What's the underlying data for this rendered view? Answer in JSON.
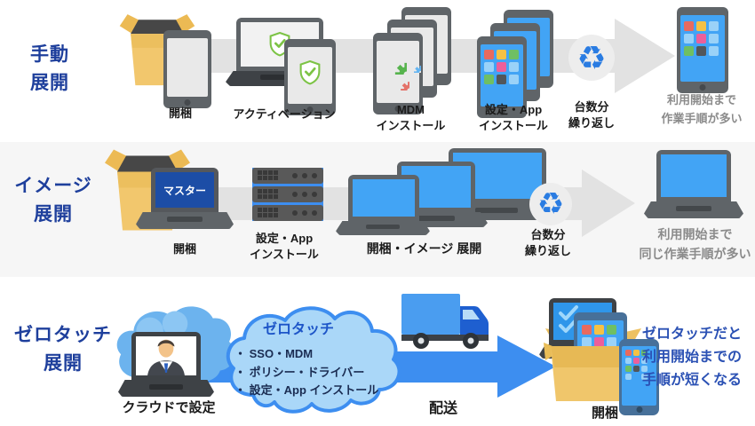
{
  "rows": {
    "manual": {
      "label_lines": [
        "手動",
        "展開"
      ],
      "step_unbox": "開梱",
      "step_activation": "アクティベーション",
      "step_mdm_lines": [
        "MDM",
        "インストール"
      ],
      "step_app_lines": [
        "設定・App",
        "インストール"
      ],
      "step_repeat_lines": [
        "台数分",
        "繰り返し"
      ],
      "result_lines": [
        "利用開始まで",
        "作業手順が多い"
      ]
    },
    "image": {
      "label_lines": [
        "イメージ",
        "展開"
      ],
      "step_unbox": "開梱",
      "master_screen": "マスター",
      "step_app_lines": [
        "設定・App",
        "インストール"
      ],
      "step_deploy": "開梱・イメージ 展開",
      "step_repeat_lines": [
        "台数分",
        "繰り返し"
      ],
      "result_lines": [
        "利用開始まで",
        "同じ作業手順が多い"
      ]
    },
    "zerotouch": {
      "label_lines": [
        "ゼロタッチ",
        "展開"
      ],
      "step_cloud_config": "クラウドで設定",
      "cloud_title": "ゼロタッチ",
      "cloud_items": [
        "・ SSO・MDM",
        "・ ポリシー・ドライバー",
        "・ 設定・App インストール"
      ],
      "step_delivery": "配送",
      "step_unbox": "開梱",
      "result_lines": [
        "ゼロタッチだと",
        "利用開始までの",
        "手順が短くなる"
      ]
    }
  },
  "icons": {
    "recycle_glyph": "♻"
  },
  "colors": {
    "navy": "#1e3f9c",
    "ink": "#1b1b1b",
    "muted": "#8b8b8b",
    "band": "#e2e2e2",
    "row2bg": "#f6f6f6",
    "accent": "#3d8ef0",
    "frame": "#5f6468",
    "screenblue": "#42a4f5",
    "resultblue": "#2b51b4",
    "recycle": "#2a7ce2",
    "circ": "#ededed",
    "cloudfill": "#aad7f8",
    "cloudsmall": "#6cb3ee",
    "cloudtitle": "#1d55c8",
    "bullets": "#1a2c52",
    "boxtan": "#f2c76d",
    "shieldgreen": "#7cc345"
  }
}
